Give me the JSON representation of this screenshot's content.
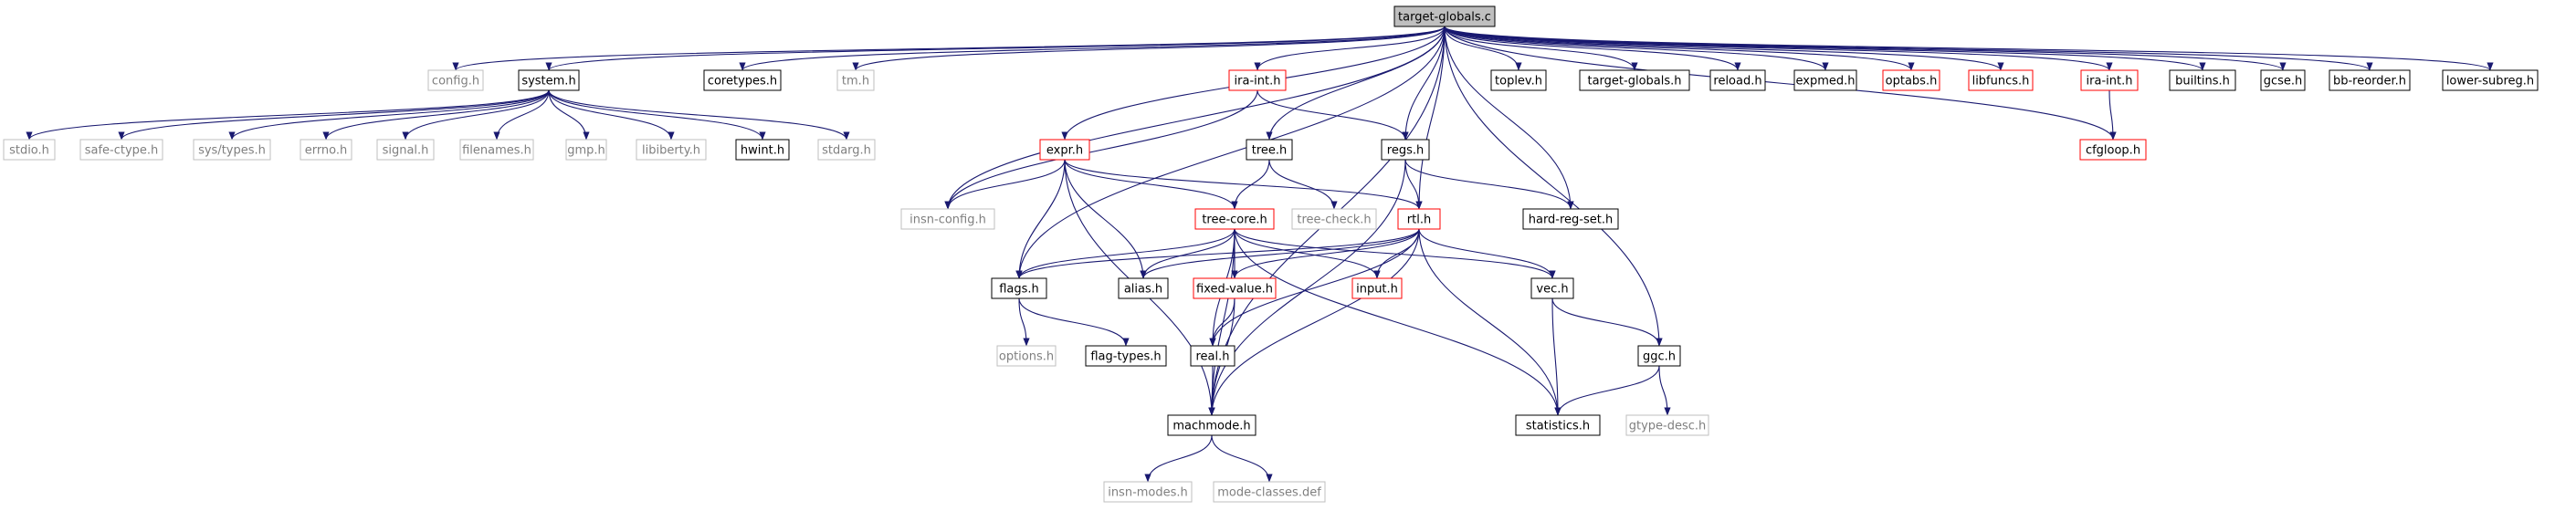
{
  "graph": {
    "colors": {
      "edge": "#191970",
      "box_black": "#000000",
      "box_red": "#ff0000",
      "box_gray": "#bfbfbf",
      "text_black": "#000000",
      "text_gray": "#7f7f7f",
      "root_fill": "#bfbfbf"
    },
    "nodes": [
      {
        "id": "target_globals_c",
        "label": "target-globals.c",
        "style": "root"
      },
      {
        "id": "config_h",
        "label": "config.h",
        "style": "gray"
      },
      {
        "id": "system_h",
        "label": "system.h",
        "style": "black"
      },
      {
        "id": "coretypes_h",
        "label": "coretypes.h",
        "style": "black"
      },
      {
        "id": "tm_h",
        "label": "tm.h",
        "style": "gray"
      },
      {
        "id": "insn_config_h",
        "label": "insn-config.h",
        "style": "gray"
      },
      {
        "id": "flags_h",
        "label": "flags.h",
        "style": "black"
      },
      {
        "id": "options_h",
        "label": "options.h",
        "style": "gray"
      },
      {
        "id": "flag_types_h",
        "label": "flag-types.h",
        "style": "black"
      },
      {
        "id": "machmode_h",
        "label": "machmode.h",
        "style": "black"
      },
      {
        "id": "insn_modes_h",
        "label": "insn-modes.h",
        "style": "gray"
      },
      {
        "id": "mode_classes_def",
        "label": "mode-classes.def",
        "style": "gray"
      },
      {
        "id": "expr_h",
        "label": "expr.h",
        "style": "red"
      },
      {
        "id": "ira_int_h",
        "label": "ira-int.h",
        "style": "red"
      },
      {
        "id": "tree_h",
        "label": "tree.h",
        "style": "black"
      },
      {
        "id": "tree_core_h",
        "label": "tree-core.h",
        "style": "red"
      },
      {
        "id": "tree_check_h",
        "label": "tree-check.h",
        "style": "gray"
      },
      {
        "id": "regs_h",
        "label": "regs.h",
        "style": "black"
      },
      {
        "id": "rtl_h",
        "label": "rtl.h",
        "style": "red"
      },
      {
        "id": "hard_reg_set_h",
        "label": "hard-reg-set.h",
        "style": "black"
      },
      {
        "id": "alias_h",
        "label": "alias.h",
        "style": "black"
      },
      {
        "id": "fixed_value_h",
        "label": "fixed-value.h",
        "style": "red"
      },
      {
        "id": "input_h",
        "label": "input.h",
        "style": "red"
      },
      {
        "id": "real_h",
        "label": "real.h",
        "style": "black"
      },
      {
        "id": "vec_h",
        "label": "vec.h",
        "style": "black"
      },
      {
        "id": "ggc_h",
        "label": "ggc.h",
        "style": "black"
      },
      {
        "id": "statistics_h",
        "label": "statistics.h",
        "style": "black"
      },
      {
        "id": "gtype_desc_h",
        "label": "gtype-desc.h",
        "style": "gray"
      },
      {
        "id": "toplev_h",
        "label": "toplev.h",
        "style": "black"
      },
      {
        "id": "target_globals_h",
        "label": "target-globals.h",
        "style": "black"
      },
      {
        "id": "reload_h",
        "label": "reload.h",
        "style": "black"
      },
      {
        "id": "expmed_h",
        "label": "expmed.h",
        "style": "black"
      },
      {
        "id": "optabs_h",
        "label": "optabs.h",
        "style": "red"
      },
      {
        "id": "libfuncs_h",
        "label": "libfuncs.h",
        "style": "red"
      },
      {
        "id": "ira_int_h_2",
        "label": "ira-int.h",
        "style": "red"
      },
      {
        "id": "cfgloop_h",
        "label": "cfgloop.h",
        "style": "red"
      },
      {
        "id": "builtins_h",
        "label": "builtins.h",
        "style": "black"
      },
      {
        "id": "gcse_h",
        "label": "gcse.h",
        "style": "black"
      },
      {
        "id": "bb_reorder_h",
        "label": "bb-reorder.h",
        "style": "black"
      },
      {
        "id": "lower_subreg_h",
        "label": "lower-subreg.h",
        "style": "black"
      },
      {
        "id": "stdio_h",
        "label": "stdio.h",
        "style": "gray"
      },
      {
        "id": "safe_ctype_h",
        "label": "safe-ctype.h",
        "style": "gray"
      },
      {
        "id": "sys_types_h",
        "label": "sys/types.h",
        "style": "gray"
      },
      {
        "id": "errno_h",
        "label": "errno.h",
        "style": "gray"
      },
      {
        "id": "signal_h",
        "label": "signal.h",
        "style": "gray"
      },
      {
        "id": "filenames_h",
        "label": "filenames.h",
        "style": "gray"
      },
      {
        "id": "gmp_h",
        "label": "gmp.h",
        "style": "gray"
      },
      {
        "id": "libiberty_h",
        "label": "libiberty.h",
        "style": "gray"
      },
      {
        "id": "hwint_h",
        "label": "hwint.h",
        "style": "black"
      },
      {
        "id": "stdarg_h",
        "label": "stdarg.h",
        "style": "gray"
      }
    ],
    "edges": [
      [
        "target_globals_c",
        "config_h"
      ],
      [
        "target_globals_c",
        "system_h"
      ],
      [
        "target_globals_c",
        "coretypes_h"
      ],
      [
        "target_globals_c",
        "tm_h"
      ],
      [
        "target_globals_c",
        "insn_config_h"
      ],
      [
        "target_globals_c",
        "flags_h"
      ],
      [
        "target_globals_c",
        "machmode_h"
      ],
      [
        "target_globals_c",
        "expr_h"
      ],
      [
        "target_globals_c",
        "ira_int_h"
      ],
      [
        "target_globals_c",
        "tree_h"
      ],
      [
        "target_globals_c",
        "regs_h"
      ],
      [
        "target_globals_c",
        "rtl_h"
      ],
      [
        "target_globals_c",
        "hard_reg_set_h"
      ],
      [
        "target_globals_c",
        "ggc_h"
      ],
      [
        "target_globals_c",
        "toplev_h"
      ],
      [
        "target_globals_c",
        "target_globals_h"
      ],
      [
        "target_globals_c",
        "reload_h"
      ],
      [
        "target_globals_c",
        "expmed_h"
      ],
      [
        "target_globals_c",
        "optabs_h"
      ],
      [
        "target_globals_c",
        "libfuncs_h"
      ],
      [
        "target_globals_c",
        "cfgloop_h"
      ],
      [
        "target_globals_c",
        "ira_int_h_2"
      ],
      [
        "target_globals_c",
        "builtins_h"
      ],
      [
        "target_globals_c",
        "gcse_h"
      ],
      [
        "target_globals_c",
        "bb_reorder_h"
      ],
      [
        "target_globals_c",
        "lower_subreg_h"
      ],
      [
        "system_h",
        "stdio_h"
      ],
      [
        "system_h",
        "safe_ctype_h"
      ],
      [
        "system_h",
        "sys_types_h"
      ],
      [
        "system_h",
        "errno_h"
      ],
      [
        "system_h",
        "signal_h"
      ],
      [
        "system_h",
        "filenames_h"
      ],
      [
        "system_h",
        "gmp_h"
      ],
      [
        "system_h",
        "libiberty_h"
      ],
      [
        "system_h",
        "hwint_h"
      ],
      [
        "system_h",
        "stdarg_h"
      ],
      [
        "ira_int_h",
        "insn_config_h"
      ],
      [
        "ira_int_h",
        "regs_h"
      ],
      [
        "expr_h",
        "insn_config_h"
      ],
      [
        "expr_h",
        "flags_h"
      ],
      [
        "expr_h",
        "machmode_h"
      ],
      [
        "expr_h",
        "tree_core_h"
      ],
      [
        "expr_h",
        "alias_h"
      ],
      [
        "expr_h",
        "rtl_h"
      ],
      [
        "tree_h",
        "tree_core_h"
      ],
      [
        "tree_h",
        "tree_check_h"
      ],
      [
        "regs_h",
        "rtl_h"
      ],
      [
        "regs_h",
        "hard_reg_set_h"
      ],
      [
        "regs_h",
        "machmode_h"
      ],
      [
        "tree_core_h",
        "flags_h"
      ],
      [
        "tree_core_h",
        "alias_h"
      ],
      [
        "tree_core_h",
        "fixed_value_h"
      ],
      [
        "tree_core_h",
        "input_h"
      ],
      [
        "tree_core_h",
        "real_h"
      ],
      [
        "tree_core_h",
        "vec_h"
      ],
      [
        "tree_core_h",
        "statistics_h"
      ],
      [
        "tree_core_h",
        "machmode_h"
      ],
      [
        "rtl_h",
        "flags_h"
      ],
      [
        "rtl_h",
        "alias_h"
      ],
      [
        "rtl_h",
        "fixed_value_h"
      ],
      [
        "rtl_h",
        "input_h"
      ],
      [
        "rtl_h",
        "real_h"
      ],
      [
        "rtl_h",
        "vec_h"
      ],
      [
        "rtl_h",
        "statistics_h"
      ],
      [
        "rtl_h",
        "machmode_h"
      ],
      [
        "flags_h",
        "options_h"
      ],
      [
        "flags_h",
        "flag_types_h"
      ],
      [
        "fixed_value_h",
        "real_h"
      ],
      [
        "fixed_value_h",
        "machmode_h"
      ],
      [
        "real_h",
        "machmode_h"
      ],
      [
        "vec_h",
        "ggc_h"
      ],
      [
        "vec_h",
        "statistics_h"
      ],
      [
        "ggc_h",
        "statistics_h"
      ],
      [
        "ggc_h",
        "gtype_desc_h"
      ],
      [
        "machmode_h",
        "insn_modes_h"
      ],
      [
        "machmode_h",
        "mode_classes_def"
      ],
      [
        "ira_int_h_2",
        "cfgloop_h"
      ]
    ]
  }
}
